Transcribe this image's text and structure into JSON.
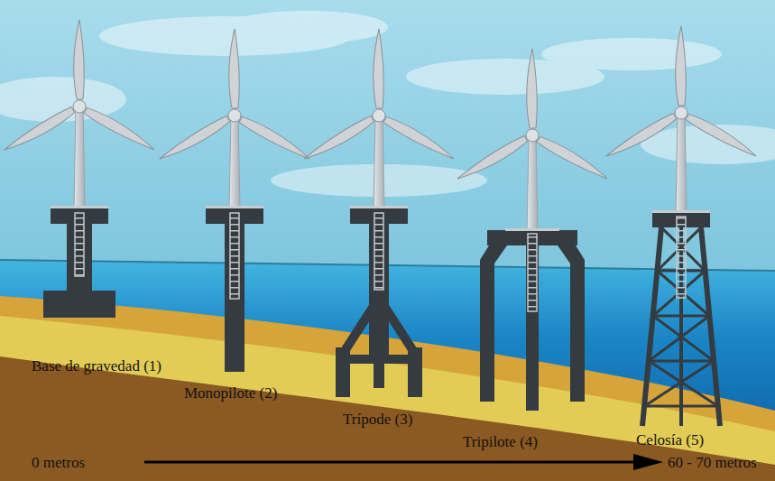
{
  "diagram": {
    "labels": [
      "Base de gravedad (1)",
      "Monopilote (2)",
      "Trípode (3)",
      "Tripilote (4)",
      "Celosía (5)",
      "0 metros",
      "60 - 70 metros"
    ]
  }
}
